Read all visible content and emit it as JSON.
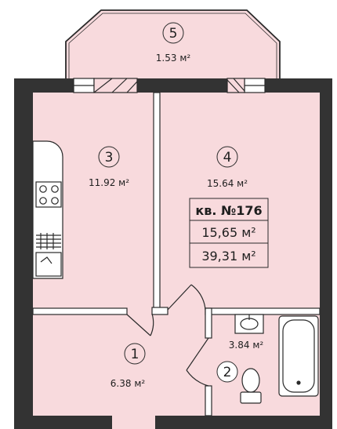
{
  "apartment": {
    "title": "кв. №176",
    "living_area": "15,65 м²",
    "total_area": "39,31 м²"
  },
  "rooms": [
    {
      "number": "1",
      "area": "6.38 м²"
    },
    {
      "number": "2",
      "area": "3.84 м²"
    },
    {
      "number": "3",
      "area": "11.92 м²"
    },
    {
      "number": "4",
      "area": "15.64 м²"
    },
    {
      "number": "5",
      "area": "1.53 м²"
    }
  ],
  "colors": {
    "wall": "#333333",
    "floor": "#f8dadd",
    "line": "#2a2a2a"
  }
}
